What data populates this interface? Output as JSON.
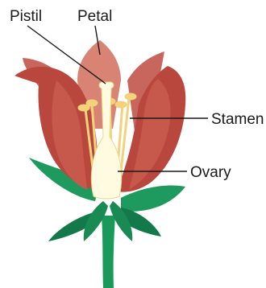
{
  "labels": {
    "pistil": "Pistil",
    "petal": "Petal",
    "stamen": "Stamen",
    "ovary": "Ovary"
  },
  "colors": {
    "petal_dark": "#b9473e",
    "petal_light": "#d98374",
    "petal_back": "#c8665d",
    "sepal": "#1f9a5f",
    "sepal_dark": "#13794a",
    "stem": "#1a9a58",
    "pistil": "#fffbe0",
    "stamen": "#f3d27a"
  }
}
